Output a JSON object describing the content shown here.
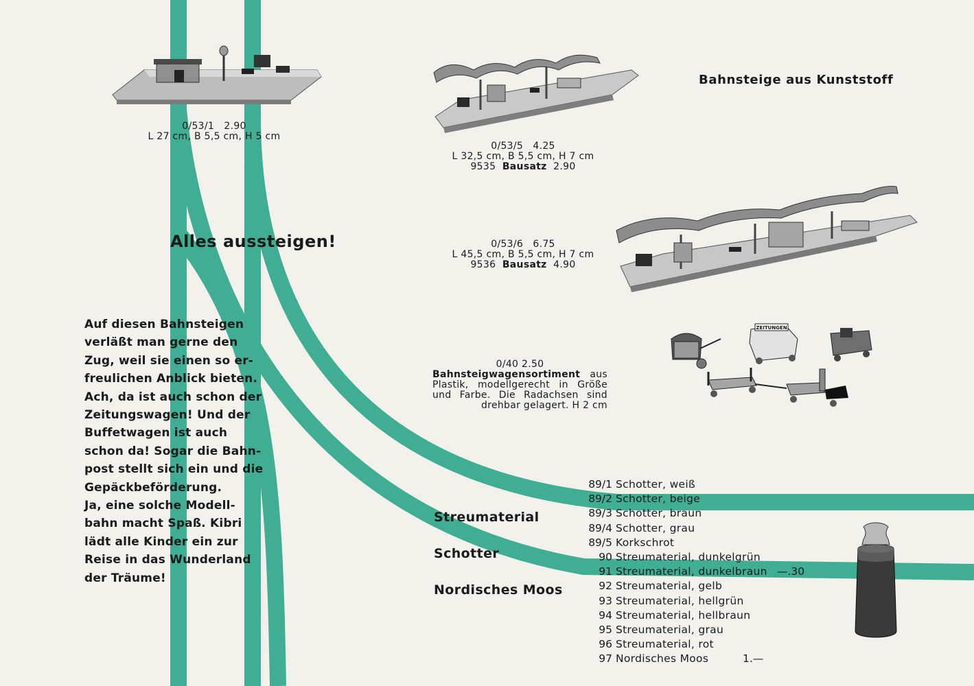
{
  "page_heading": "Bahnsteige aus Kunststoff",
  "headline": "Alles aussteigen!",
  "intro_lines": [
    "Auf diesen Bahnsteigen",
    "verläßt man gerne den",
    "Zug, weil sie einen so er-",
    "freulichen Anblick bieten.",
    "Ach, da ist auch schon der",
    "Zeitungswagen! Und der",
    "Buffetwagen ist auch",
    "schon da! Sogar die Bahn-",
    "post stellt sich ein und die",
    "Gepäckbeförderung.",
    "Ja, eine solche Modell-",
    "bahn macht Spaß. Kibri",
    "lädt alle Kinder ein zur",
    "Reise in das Wunderland",
    "der Träume!"
  ],
  "products": {
    "p1": {
      "code_price": "0/53/1   2.90",
      "dims": "L 27 cm, B 5,5 cm, H 5 cm"
    },
    "p2": {
      "code_price": "0/53/5   4.25",
      "dims": "L 32,5 cm, B 5,5 cm, H 7 cm",
      "kit_no": "9535",
      "kit_label": "Bausatz",
      "kit_price": "2.90"
    },
    "p3": {
      "code_price": "0/53/6   6.75",
      "dims": "L 45,5 cm, B 5,5 cm, H 7 cm",
      "kit_no": "9536",
      "kit_label": "Bausatz",
      "kit_price": "4.90"
    },
    "p4": {
      "code_price": "0/40   2.50",
      "title": "Bahnsteigwagensortiment",
      "desc_after_title": "aus",
      "desc_lines": [
        "Plastik, modellgerecht in Größe",
        "und Farbe. Die Radachsen sind",
        "drehbar gelagert. H 2 cm"
      ],
      "kiosk_sign": "ZEITUNGEN"
    }
  },
  "categories": [
    "Streumaterial",
    "Schotter",
    "Nordisches Moos"
  ],
  "materials": [
    {
      "num": "89/1",
      "name": "Schotter, weiß",
      "price": ""
    },
    {
      "num": "89/2",
      "name": "Schotter, beige",
      "price": ""
    },
    {
      "num": "89/3",
      "name": "Schotter, braun",
      "price": ""
    },
    {
      "num": "89/4",
      "name": "Schotter, grau",
      "price": ""
    },
    {
      "num": "89/5",
      "name": "Korkschrot",
      "price": ""
    },
    {
      "num": "90",
      "name": "Streumaterial, dunkelgrün",
      "price": ""
    },
    {
      "num": "91",
      "name": "Streumaterial, dunkelbraun",
      "price": "—.30"
    },
    {
      "num": "92",
      "name": "Streumaterial, gelb",
      "price": ""
    },
    {
      "num": "93",
      "name": "Streumaterial, hellgrün",
      "price": ""
    },
    {
      "num": "94",
      "name": "Streumaterial, hellbraun",
      "price": ""
    },
    {
      "num": "95",
      "name": "Streumaterial, grau",
      "price": ""
    },
    {
      "num": "96",
      "name": "Streumaterial, rot",
      "price": ""
    },
    {
      "num": "97",
      "name": "Nordisches Moos",
      "price": "1.—"
    }
  ],
  "colors": {
    "track": "#3fae93",
    "paper": "#f3f1ec",
    "ink": "#1b1b1b"
  }
}
